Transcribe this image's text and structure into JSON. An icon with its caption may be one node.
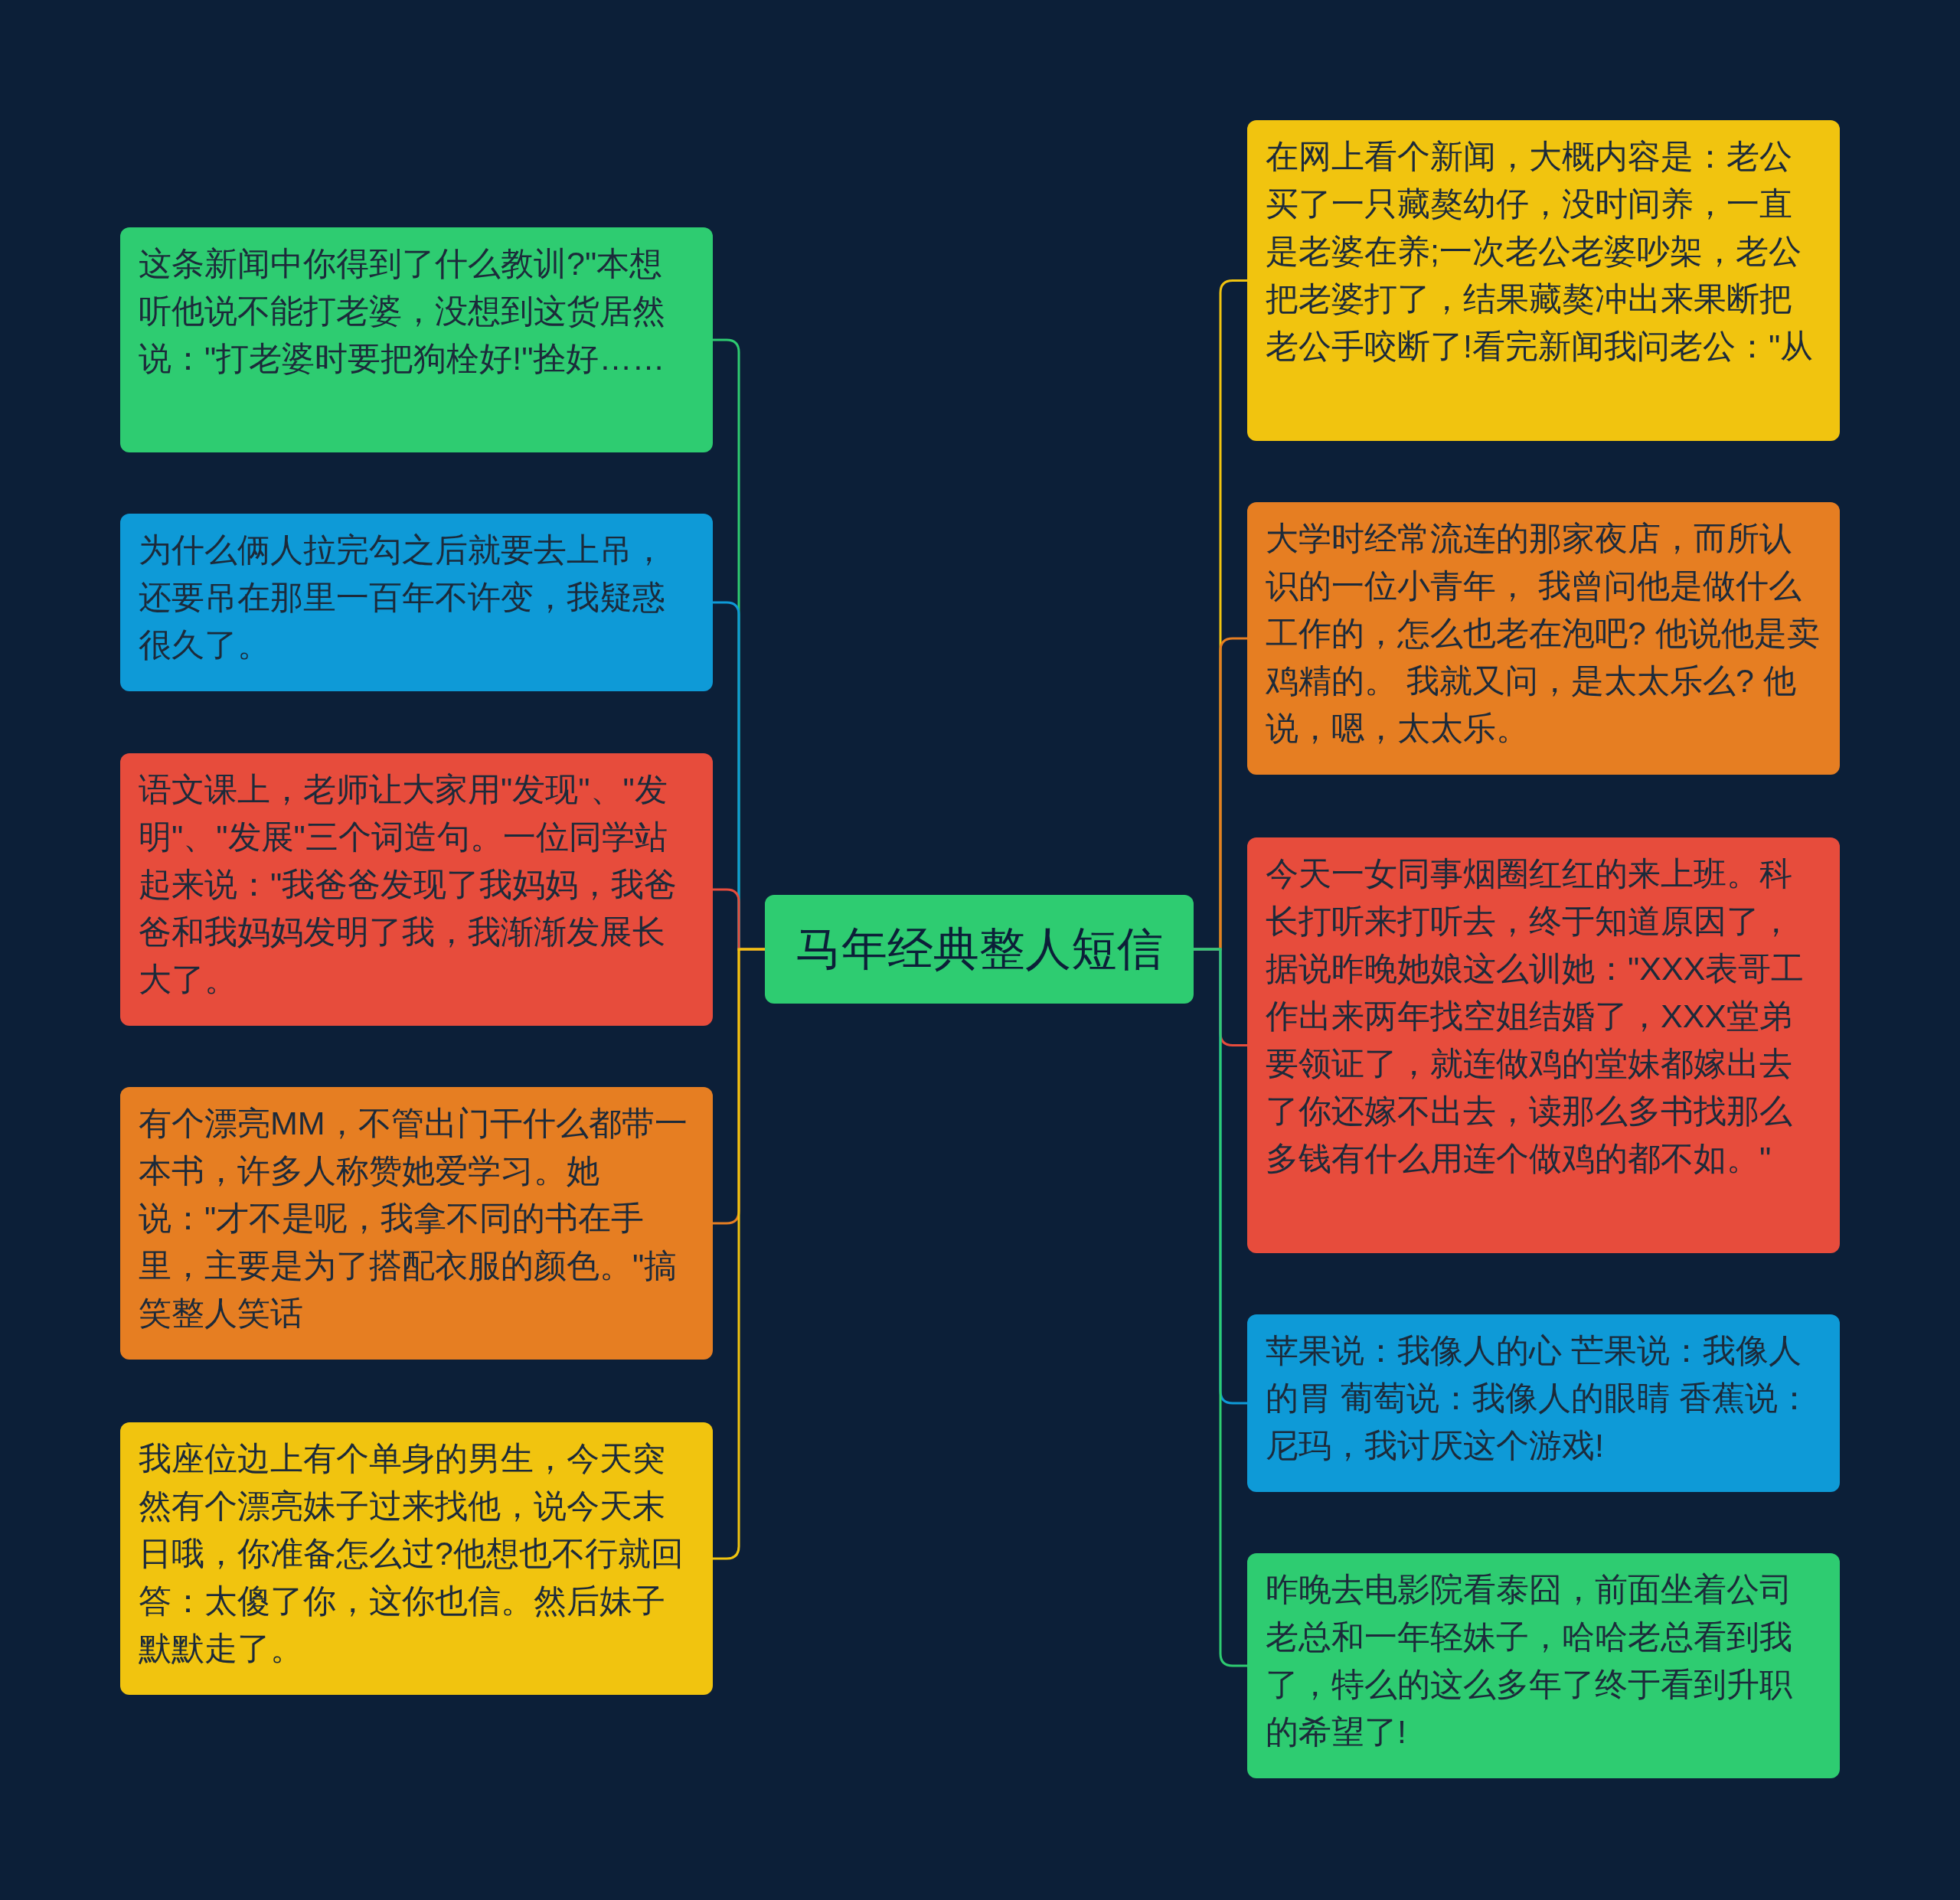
{
  "diagram": {
    "nodes": [
      {
        "text": [
          "马年经典整人短信"
        ]
      },
      {
        "text": [
          "这条新闻中你得到了什么教训?\"本想听他说不能打老婆，没想到这货居然说：\"打老婆时要把狗栓好!\"拴好……"
        ]
      },
      {
        "text": [
          "为什么俩人拉完勾之后就要去上吊，还要吊在那里一百年不许变，我疑惑很久了。"
        ]
      },
      {
        "text": [
          "语文课上，老师让大家用\"发现\"、\"发明\"、\"发展\"三个词造句。一位同学站起来说：\"我爸爸发现了我妈妈，我爸爸和我妈妈发明了我，我渐渐发展长大了。"
        ]
      },
      {
        "text": [
          "有个漂亮MM，不管出门干什么都带一本书，许多人称赞她爱学习。她说：\"才不是呢，我拿不同的书在手里，主要是为了搭配衣服的颜色。\"搞笑整人笑话"
        ]
      },
      {
        "text": [
          "我座位边上有个单身的男生，今天突然有个漂亮妹子过来找他，说今天末日哦，你准备怎么过?他想也不行就回答：太傻了你，这你也信。然后妹子默默走了。"
        ]
      },
      {
        "text": [
          "在网上看个新闻，大概内容是：老公买了一只藏獒幼仔，没时间养，一直是老婆在养;一次老公老婆吵架，老公把老婆打了，结果藏獒冲出来果断把老公手咬断了!看完新闻我问老公：\"从"
        ]
      },
      {
        "text": [
          "大学时经常流连的那家夜店，而所认识的一位小青年， 我曾问他是做什么工作的，怎么也老在泡吧? 他说他是卖鸡精的。 我就又问，是太太乐么? 他说，嗯，太太乐。"
        ]
      },
      {
        "text": [
          "今天一女同事烟圈红红的来上班。科长打听来打听去，终于知道原因了，据说昨晚她娘这么训她：\"XXX表哥工作出来两年找空姐结婚了，XXX堂弟要领证了，就连做鸡的堂妹都嫁出去了你还嫁不出去，读那么多书找那么多钱有什么用连个做鸡的都不如。\""
        ]
      },
      {
        "text": [
          "苹果说：我像人的心 芒果说：我像人的胃 葡萄说：我像人的眼睛 香蕉说：尼玛，我讨厌这个游戏!"
        ]
      },
      {
        "text": [
          "昨晚去电影院看泰囧，前面坐着公司老总和一年轻妹子，哈哈老总看到我了，特么的这么多年了终于看到升职的希望了!"
        ]
      }
    ],
    "edges": [
      {
        "from": 0,
        "to": 1,
        "arrow": "none",
        "color": "#2ecc71"
      },
      {
        "from": 0,
        "to": 2,
        "arrow": "none",
        "color": "#0e9ad7"
      },
      {
        "from": 0,
        "to": 3,
        "arrow": "none",
        "color": "#e74c3c"
      },
      {
        "from": 0,
        "to": 4,
        "arrow": "none",
        "color": "#e67e22"
      },
      {
        "from": 0,
        "to": 5,
        "arrow": "none",
        "color": "#f1c40f"
      },
      {
        "from": 0,
        "to": 6,
        "arrow": "none",
        "color": "#f1c40f"
      },
      {
        "from": 0,
        "to": 7,
        "arrow": "none",
        "color": "#e67e22"
      },
      {
        "from": 0,
        "to": 8,
        "arrow": "none",
        "color": "#e74c3c"
      },
      {
        "from": 0,
        "to": 9,
        "arrow": "none",
        "color": "#0e9ad7"
      },
      {
        "from": 0,
        "to": 10,
        "arrow": "none",
        "color": "#2ecc71"
      }
    ]
  }
}
